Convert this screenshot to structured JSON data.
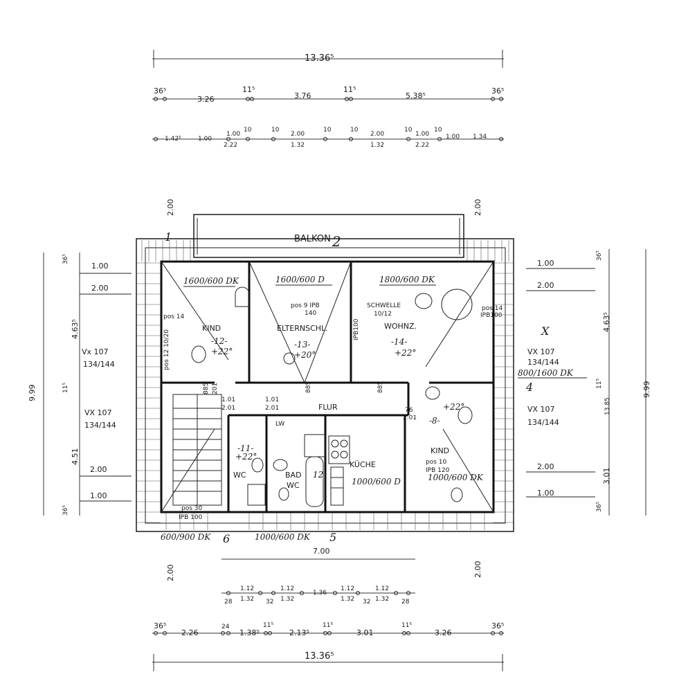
{
  "top_dims": {
    "overall": "13.36⁵",
    "row2": [
      "36⁵",
      "3.26",
      "11⁵",
      "3.76",
      "11⁵",
      "5.38⁵",
      "36⁵"
    ],
    "row3": [
      "1.42⁵",
      "1.00",
      "1.00",
      "10",
      "10",
      "2.00",
      "10",
      "10",
      "2.00",
      "10",
      "1.00",
      "10",
      "1.00",
      "1.34"
    ],
    "row3_sub": [
      "2.22",
      "1.32",
      "1.32",
      "2.22"
    ]
  },
  "bottom_dims": {
    "row1": [
      "1.12",
      "1.12",
      "1.36",
      "1.12",
      "1.12"
    ],
    "row1_sub": [
      "1.32",
      "1.32",
      "1.32",
      "1.32"
    ],
    "row1_small": [
      "28",
      "32",
      "32",
      "28"
    ],
    "row2": [
      "36⁵",
      "2.26",
      "24",
      "1.38⁵",
      "11⁵",
      "2.13⁵",
      "11⁵",
      "3.01",
      "11⁵",
      "3.26",
      "36⁵"
    ],
    "overall": "13.36⁵",
    "seven": "7.00"
  },
  "side_dims": {
    "left_vertical": [
      "2.00",
      "36⁵",
      "4.63⁵",
      "11⁵",
      "9.99",
      "4.51",
      "36⁵",
      "2.00"
    ],
    "left_horizontal": [
      "1.00",
      "2.00",
      "Vx 107",
      "134/144",
      "VX 107",
      "134/144",
      "2.00",
      "1.00"
    ],
    "right_vertical": [
      "2.00",
      "36⁵",
      "4.63⁵",
      "11⁵",
      "13.85",
      "9.99",
      "3.01",
      "36⁵",
      "2.00"
    ],
    "right_horizontal": [
      "1.00",
      "2.00",
      "VX 107",
      "134/144",
      "VX 107",
      "134/144",
      "2.00",
      "1.00"
    ]
  },
  "rooms": {
    "balkon": "BALKON",
    "balkon_num": "2",
    "kind1": "KIND",
    "eltern": "ELTERNSCHL.",
    "wohnz": "WOHNZ.",
    "flur": "FLUR",
    "bad": "BAD",
    "wc1": "WC",
    "wc2": "WC",
    "kueche": "KÜCHE",
    "kind2": "KIND"
  },
  "room_numbers": {
    "kind1": "-12-",
    "eltern": "-13-",
    "wohnz": "-14-",
    "kind2": "-8-",
    "wc": "-11-",
    "bad": "12"
  },
  "temps": {
    "kind1": "+22°",
    "eltern": "+20°",
    "wohnz": "+22°",
    "kind2": "+22°",
    "wc": "+22°"
  },
  "radiators": {
    "kind1": "1600/600 DK",
    "eltern": "1600/600 D",
    "wohnz": "1800/600 DK",
    "right": "800/1600 DK",
    "kueche": "1000/600 D",
    "kind2": "1000/600 DK",
    "bottom_left": "600/900 DK",
    "bottom_mid": "1000/600 DK"
  },
  "annotations": {
    "pos9": "pos 9 IPB",
    "pos9_val": "140",
    "schwelle": "SCHWELLE",
    "schwelle_val": "10/12",
    "ipb100a": "IPB100",
    "ipb100b": "IPB100",
    "pos14a": "pos 14",
    "pos14b": "pos 14",
    "pos12a": "pos 12 10/20",
    "pos30": "pos 30",
    "pos30_val": "IPB 100",
    "pos10": "pos 10",
    "pos10_val": "IPB 120",
    "door_885a": "885",
    "door_201a": "201",
    "door_101a": "1.01",
    "door_201b": "2.01",
    "door_101b": "1.01",
    "door_201c": "2.01",
    "door_885b": "885",
    "door_885c": "885",
    "door_76": "76",
    "door_201d": "2.01",
    "lw": "LW",
    "marker_1": "1",
    "marker_4": "4",
    "marker_5": "5",
    "marker_6": "6",
    "marker_x": "X"
  }
}
